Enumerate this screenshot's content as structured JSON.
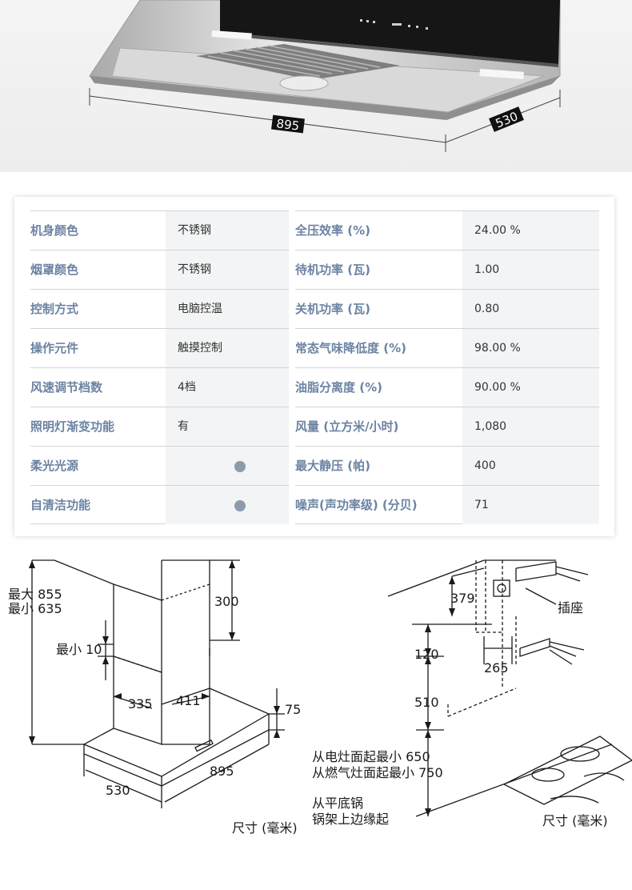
{
  "hero": {
    "width_label": "895",
    "depth_label": "530"
  },
  "specs": {
    "left": [
      {
        "label": "机身颜色",
        "value": "不锈钢"
      },
      {
        "label": "烟罩颜色",
        "value": "不锈钢"
      },
      {
        "label": "控制方式",
        "value": "电脑控温"
      },
      {
        "label": "操作元件",
        "value": "触摸控制"
      },
      {
        "label": "风速调节档数",
        "value": "4档"
      },
      {
        "label": "照明灯渐变功能",
        "value": "有"
      },
      {
        "label": "柔光光源",
        "value": "",
        "indicator": "dot"
      },
      {
        "label": "自清洁功能",
        "value": "",
        "indicator": "dot"
      }
    ],
    "right": [
      {
        "label": "全压效率 (%)",
        "value": "24.00 %"
      },
      {
        "label": "待机功率 (瓦)",
        "value": "1.00"
      },
      {
        "label": "关机功率 (瓦)",
        "value": "0.80"
      },
      {
        "label": "常态气味降低度 (%)",
        "value": "98.00 %"
      },
      {
        "label": "油脂分离度 (%)",
        "value": "90.00 %"
      },
      {
        "label": "风量 (立方米/小时)",
        "value": "1,080"
      },
      {
        "label": "最大静压 (帕)",
        "value": "400"
      },
      {
        "label": "噪声(声功率级) (分贝)",
        "value": "71"
      }
    ],
    "colors": {
      "label": "#6c83a3",
      "dot": "#8d9bab",
      "value_bg": "#f3f4f5"
    }
  },
  "diagram_left": {
    "max_label": "最大 855",
    "min_label": "最小 635",
    "min10_label": "最小 10",
    "dim_300": "300",
    "dim_335": "335",
    "dim_411": "411",
    "dim_75": "75",
    "dim_895": "895",
    "dim_530": "530",
    "unit_label": "尺寸 (毫米)"
  },
  "diagram_right": {
    "dim_379": "379",
    "socket_label": "插座",
    "dim_120": "120",
    "dim_265": "265",
    "dim_510": "510",
    "electric_line": "从电灶面起最小 650",
    "gas_line": "从燃气灶面起最小 750",
    "pot_line1": "从平底锅",
    "pot_line2": "锅架上边缘起",
    "unit_label": "尺寸 (毫米)"
  }
}
